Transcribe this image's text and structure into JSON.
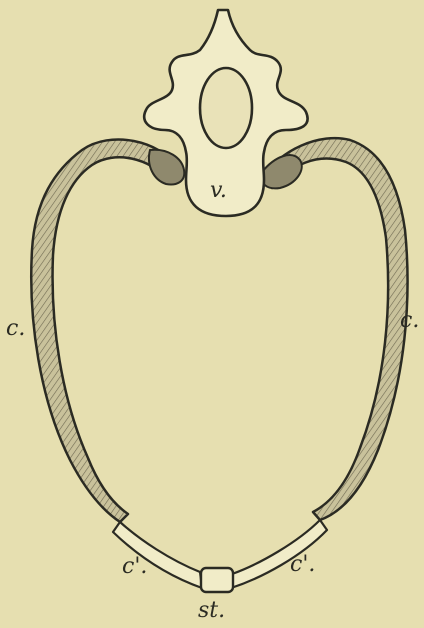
{
  "labels": {
    "vertebra": "v.",
    "rib_left": "c.",
    "rib_right": "c.",
    "cartilage_left": "c'.",
    "cartilage_right": "c'.",
    "sternum": "st."
  },
  "colors": {
    "background": "#e6dfb0",
    "ink": "#2b2b23",
    "bone_fill": "#f1ecc8",
    "rib_shade": "#b9b28a"
  }
}
